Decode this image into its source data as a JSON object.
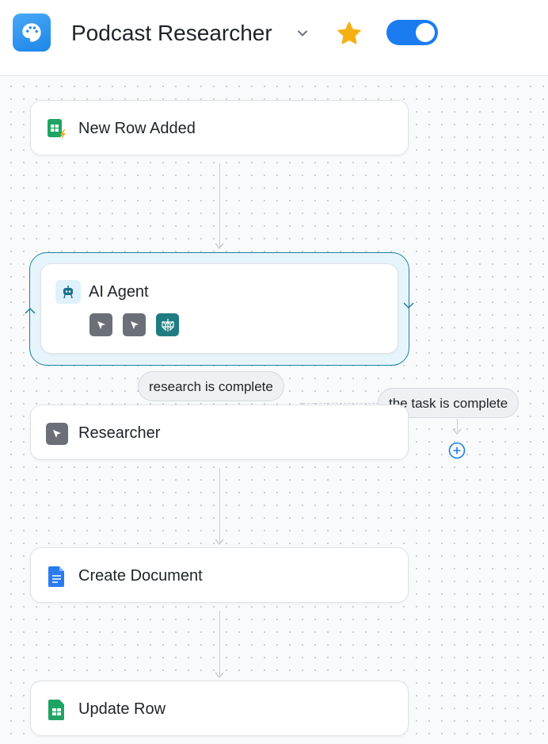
{
  "header": {
    "title": "Podcast Researcher",
    "app_icon": "palette-icon",
    "favorite": true,
    "enabled": true
  },
  "flow": {
    "trigger": {
      "label": "New Row Added",
      "icon": "google-sheets-trigger-icon"
    },
    "agent": {
      "label": "AI Agent",
      "icon": "robot-icon",
      "tools": [
        "cursor-tool-icon",
        "cursor-tool-icon",
        "perplexity-icon"
      ]
    },
    "branches": [
      {
        "label": "research is complete"
      },
      {
        "label": "the task is complete"
      }
    ],
    "steps": [
      {
        "label": "Researcher",
        "icon": "cursor-icon"
      },
      {
        "label": "Create Document",
        "icon": "google-docs-icon"
      },
      {
        "label": "Update Row",
        "icon": "google-sheets-icon"
      }
    ]
  },
  "colors": {
    "accent": "#1a7cf0",
    "agent_border": "#1f7fa0",
    "agent_bg": "#e6f5fb",
    "star": "#f5b014"
  }
}
